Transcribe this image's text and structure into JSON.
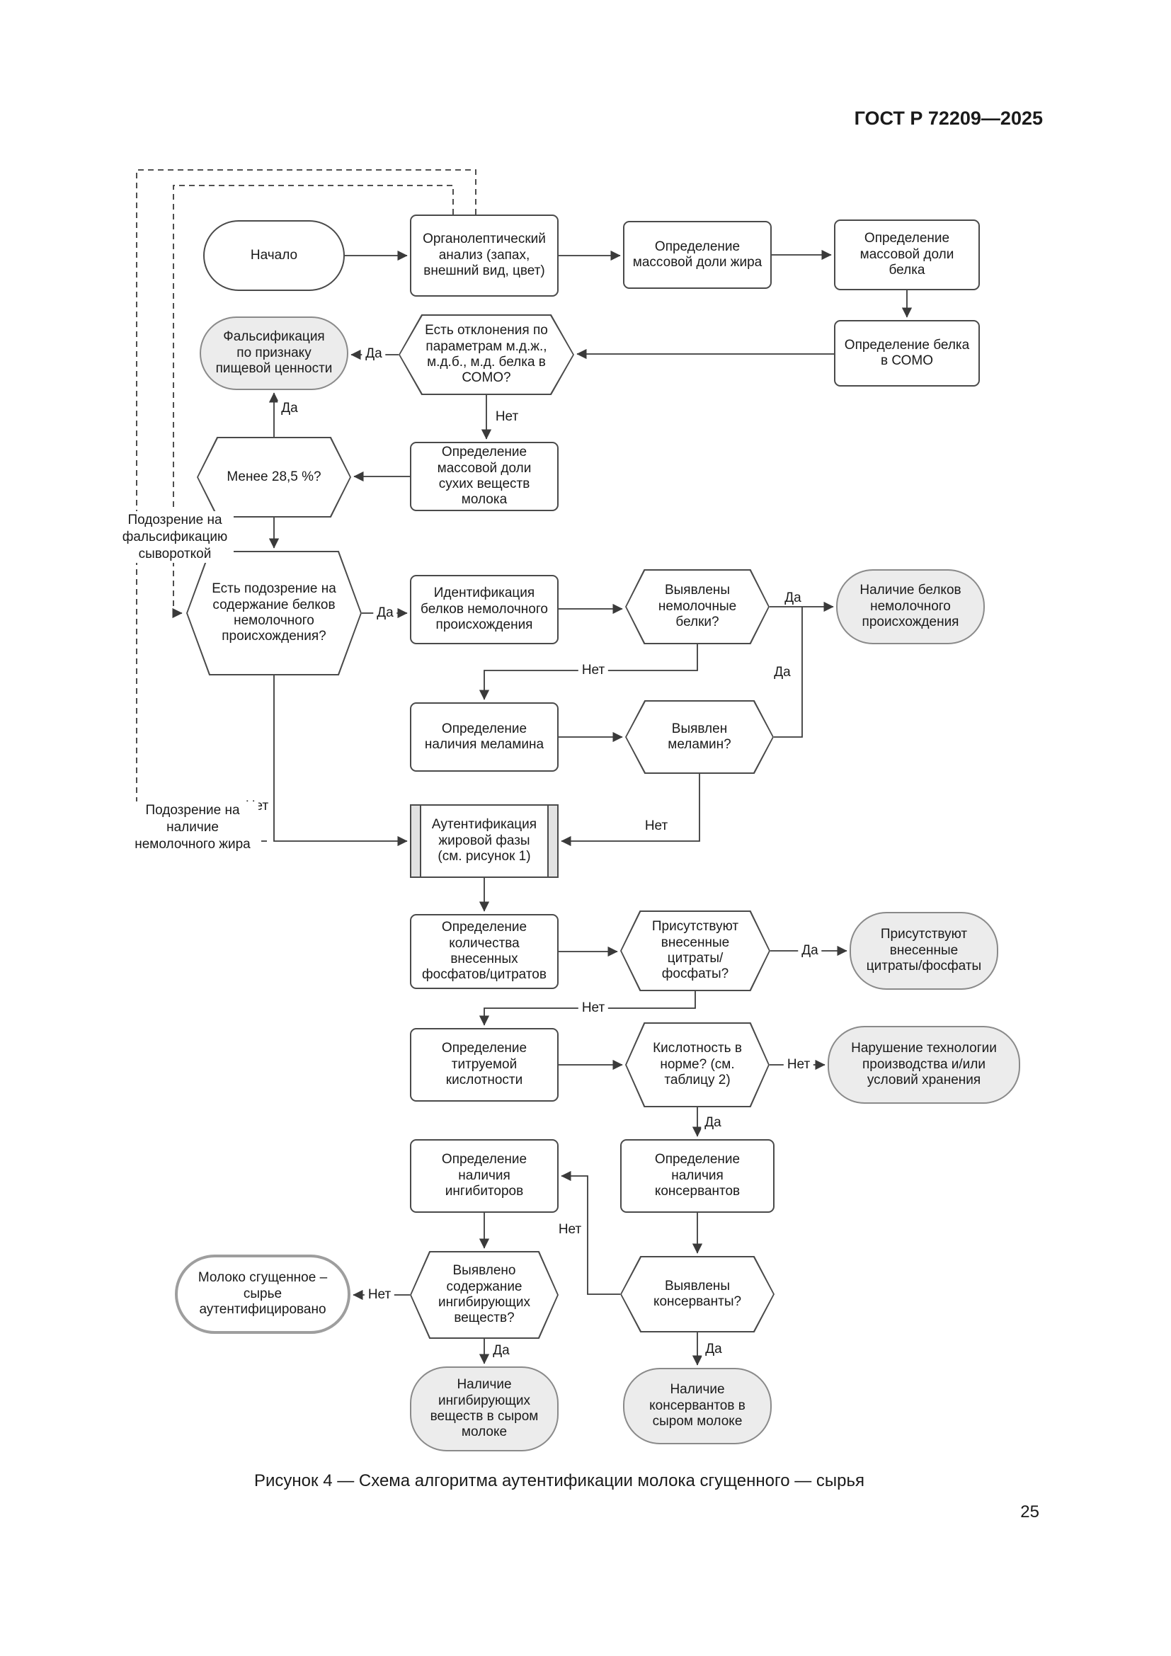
{
  "page": {
    "header": "ГОСТ Р 72209—2025",
    "caption": "Рисунок 4 — Схема алгоритма аутентификации молока сгущенного — сырья",
    "page_number": "25"
  },
  "branch_labels": {
    "yes": "Да",
    "no": "Нет"
  },
  "side_notes": {
    "whey": "Подозрение на фальсификацию сывороткой",
    "nonmilk_fat": "Подозрение на наличие немолочного жира"
  },
  "nodes": {
    "start": "Начало",
    "organoleptic": "Органолептический анализ (запах, внешний вид, цвет)",
    "fat_mass": "Определение массовой доли жира",
    "protein_mass": "Определение массовой доли белка",
    "somo": "Определение белка в СОМО",
    "deviations": "Есть отклонения по параметрам м.д.ж., м.д.б., м.д. белка в СОМО?",
    "falsification": "Фальсификация по признаку пищевой ценности",
    "dry_matter": "Определение массовой доли сухих веществ молока",
    "less_285": "Менее 28,5 %?",
    "protein_suspicion": "Есть подозрение на содержание белков немолочного происхождения?",
    "identification": "Идентификация белков немолочного происхождения",
    "nonmilk_detected": "Выявлены немолочные белки?",
    "nonmilk_presence": "Наличие белков немолочного происхождения",
    "melamine_det": "Определение наличия меламина",
    "melamine_found": "Выявлен меламин?",
    "fat_auth": "Аутентификация жировой фазы (см. рисунок 1)",
    "phosphates_det": "Определение количества внесенных фосфатов/цитратов",
    "citrates_found": "Присутствуют внесенные цитраты/фосфаты?",
    "citrates_presence": "Присутствуют внесенные цитраты/фосфаты",
    "acidity_det": "Определение титруемой кислотности",
    "acidity_ok": "Кислотность в норме? (см. таблицу 2)",
    "violation": "Нарушение технологии производства и/или условий хранения",
    "inhibitors_det": "Определение наличия ингибиторов",
    "preservatives_det": "Определение наличия консервантов",
    "inhibitors_found": "Выявлено содержание ингибирующих веществ?",
    "preservatives_found": "Выявлены консерванты?",
    "authenticated": "Молоко сгущенное – сырье аутентифицировано",
    "inhibitors_presence": "Наличие ингибирующих веществ в сыром молоке",
    "preservatives_presence": "Наличие консервантов в сыром молоке"
  },
  "colors": {
    "node_border": "#4a4a4a",
    "terminal_fill": "#ececec",
    "line": "#3a3a3a"
  }
}
